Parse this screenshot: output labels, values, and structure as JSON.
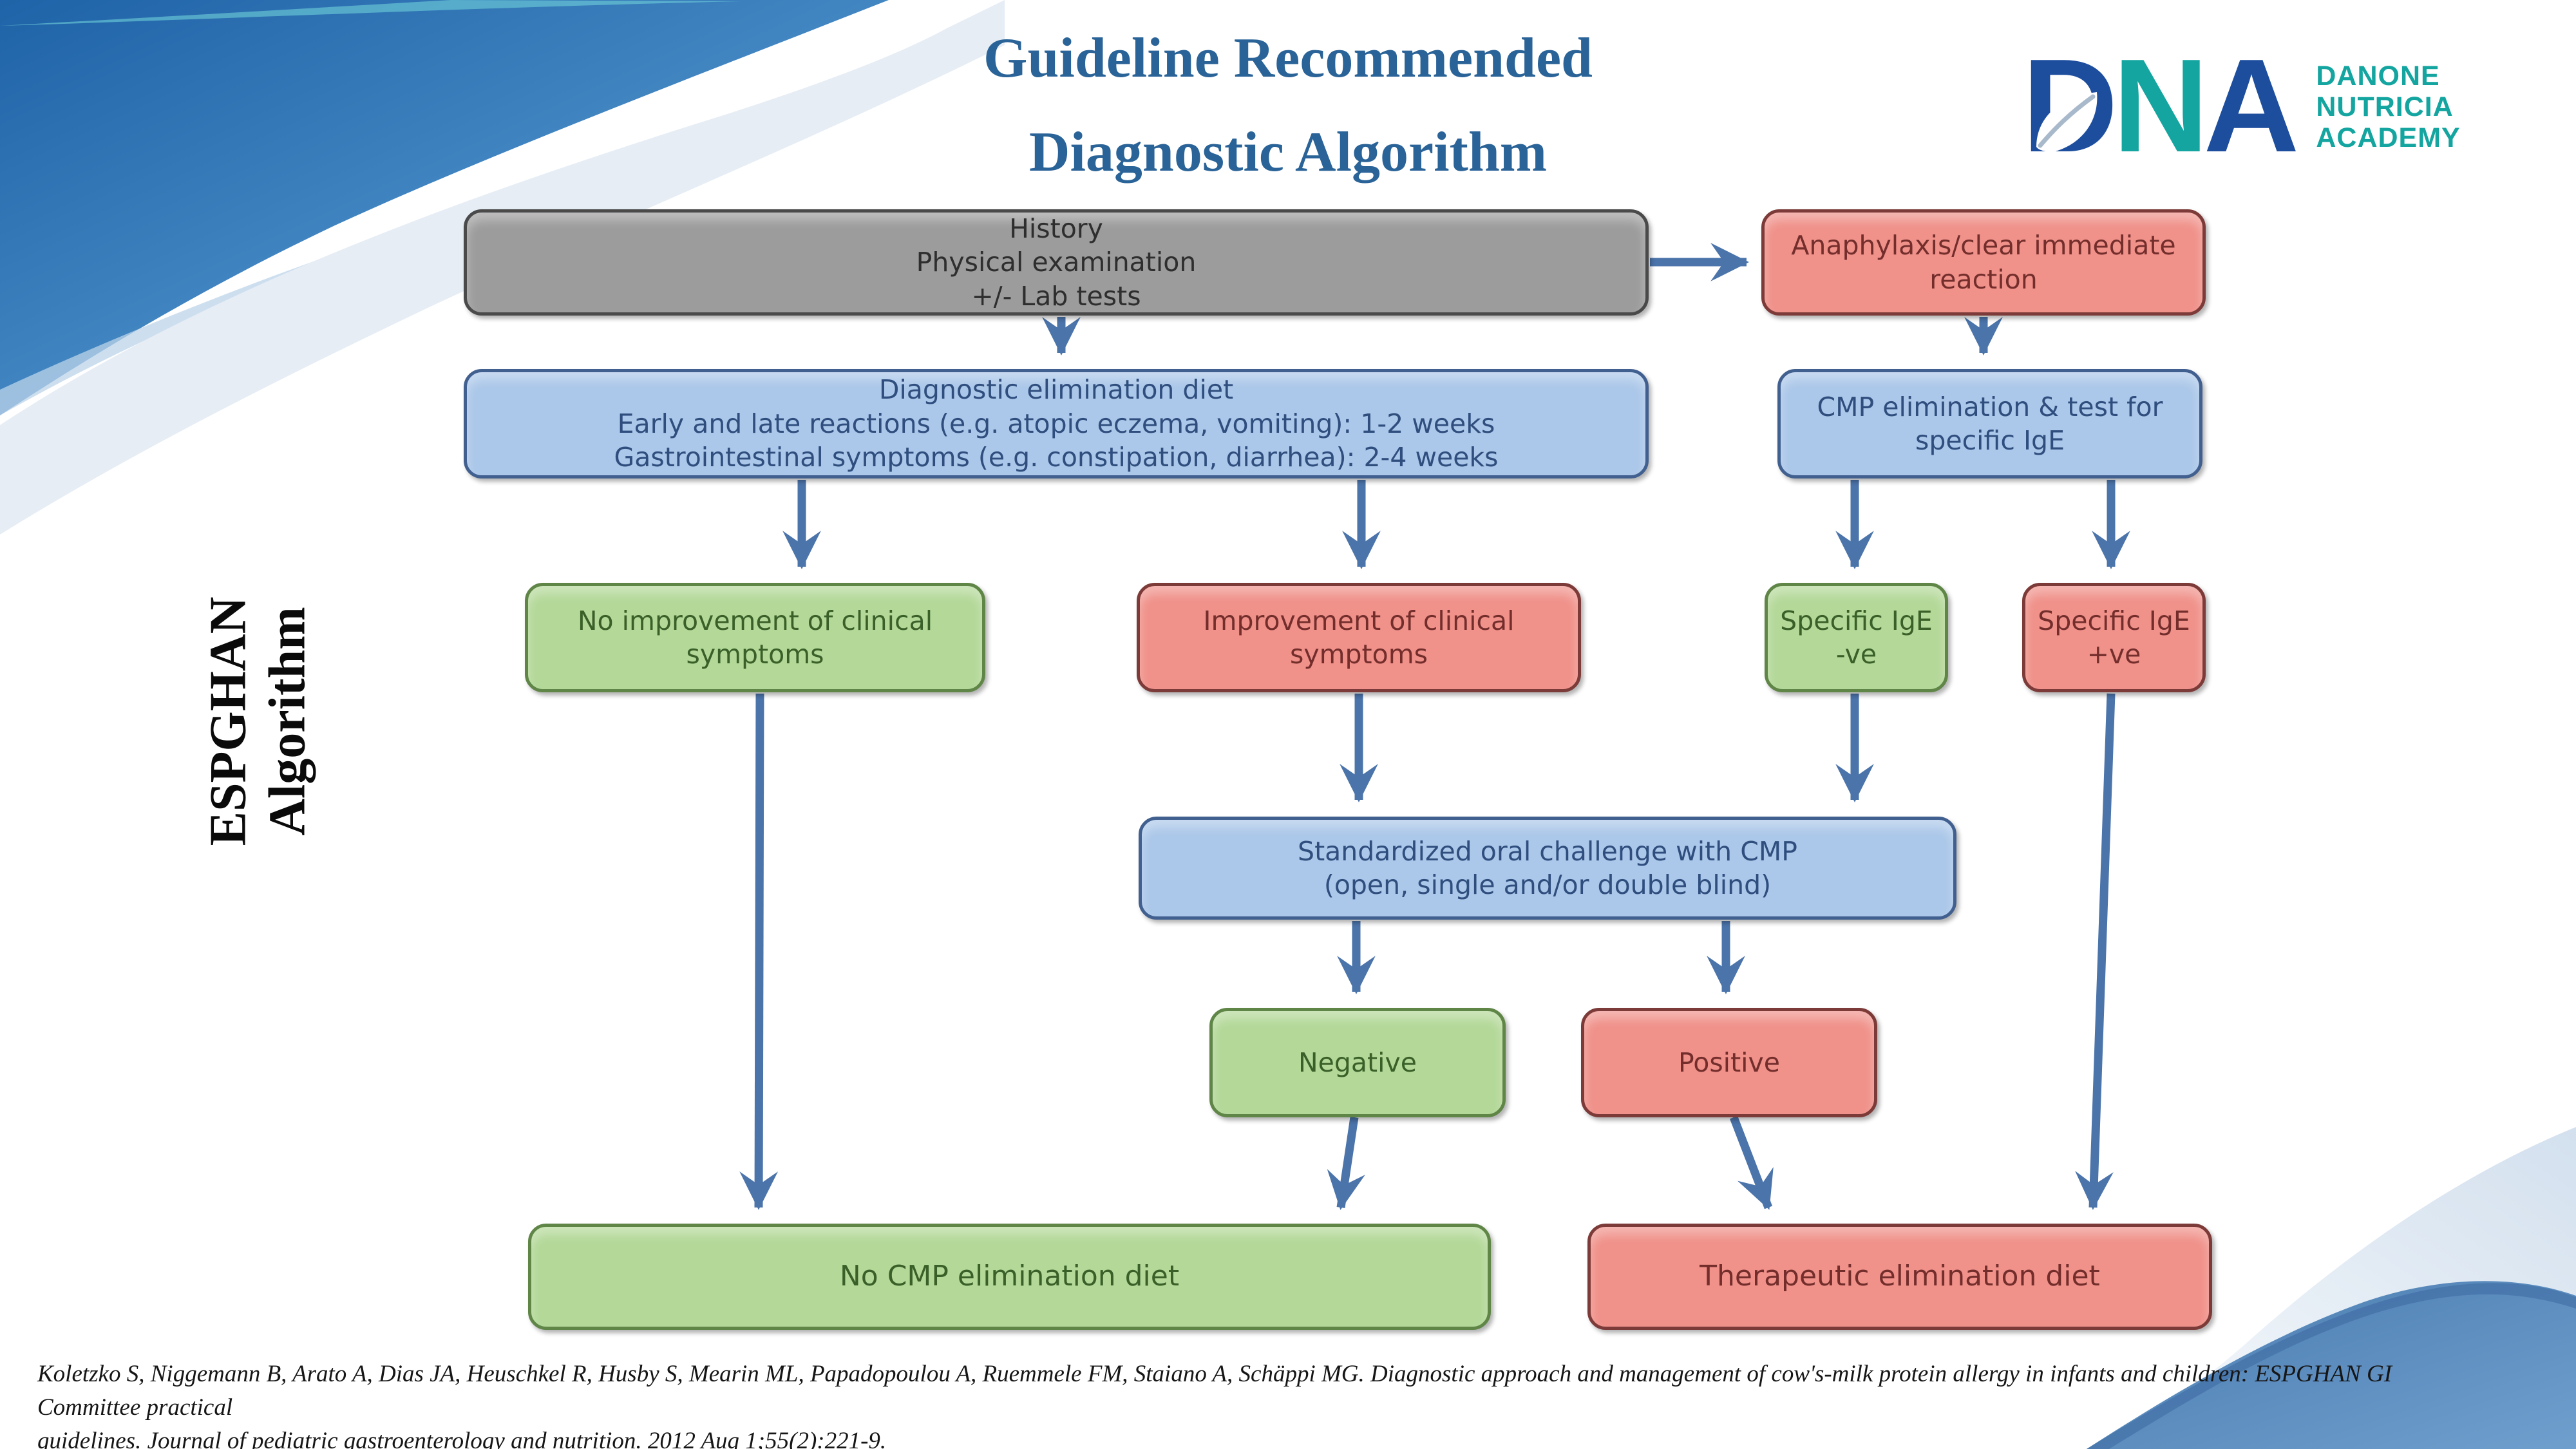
{
  "slide": {
    "title_line1": "Guideline Recommended",
    "title_line2": "Diagnostic Algorithm",
    "side_label": "ESPGHAN\nAlgorithm",
    "citation_line1": "Koletzko S, Niggemann B, Arato A, Dias JA, Heuschkel R, Husby S, Mearin ML, Papadopoulou A, Ruemmele FM, Staiano A, Schäppi MG. Diagnostic approach and management of cow's-milk protein allergy in infants and children: ESPGHAN GI Committee practical",
    "citation_line2": "guidelines. Journal of pediatric gastroenterology and nutrition. 2012 Aug 1;55(2):221-9."
  },
  "logo": {
    "letter_d": "D",
    "letter_n": "N",
    "letter_a": "A",
    "brand_line1": "DANONE",
    "brand_line2": "NUTRICIA",
    "brand_line3": "ACADEMY"
  },
  "flowchart": {
    "nodes": [
      {
        "id": "history",
        "type": "gray",
        "label": "History\nPhysical examination\n+/- Lab tests"
      },
      {
        "id": "anaphylaxis",
        "type": "red",
        "label": "Anaphylaxis/clear immediate\nreaction"
      },
      {
        "id": "elimdiet",
        "type": "blue",
        "label": "Diagnostic elimination diet\nEarly and late reactions (e.g. atopic eczema, vomiting): 1-2 weeks\nGastrointestinal symptoms (e.g. constipation, diarrhea): 2-4 weeks"
      },
      {
        "id": "cmpelim",
        "type": "blue",
        "label": "CMP elimination & test for\nspecific IgE"
      },
      {
        "id": "noimprove",
        "type": "green",
        "label": "No improvement of clinical\nsymptoms"
      },
      {
        "id": "improve",
        "type": "red",
        "label": "Improvement of clinical\nsymptoms"
      },
      {
        "id": "igeneg",
        "type": "green",
        "label": "Specific IgE\n-ve"
      },
      {
        "id": "igepos",
        "type": "red",
        "label": "Specific IgE\n+ve"
      },
      {
        "id": "challenge",
        "type": "blue",
        "label": "Standardized oral challenge with CMP\n(open, single and/or double blind)"
      },
      {
        "id": "negative",
        "type": "green",
        "label": "Negative"
      },
      {
        "id": "positive",
        "type": "red",
        "label": "Positive"
      },
      {
        "id": "nocmpdiet",
        "type": "green",
        "label": "No CMP elimination diet"
      },
      {
        "id": "theradiet",
        "type": "red",
        "label": "Therapeutic elimination diet"
      }
    ]
  },
  "palette": {
    "gray-fill": "#9c9c9c",
    "gray-border": "#4a4a4a",
    "gray-text": "#2e2e2e",
    "red-fill": "#f0918a",
    "red-border": "#7c3b38",
    "red-text": "#732e2c",
    "blue-fill": "#abc7e9",
    "blue-border": "#41608f",
    "blue-text": "#2f4e7e",
    "green-fill": "#b3d898",
    "green-border": "#5f8547",
    "green-text": "#3a5f28",
    "arrow": "#4b74aa",
    "title": "#2a6397",
    "brand-teal": "#14a5a0",
    "brand-blue": "#1d4e9e"
  }
}
